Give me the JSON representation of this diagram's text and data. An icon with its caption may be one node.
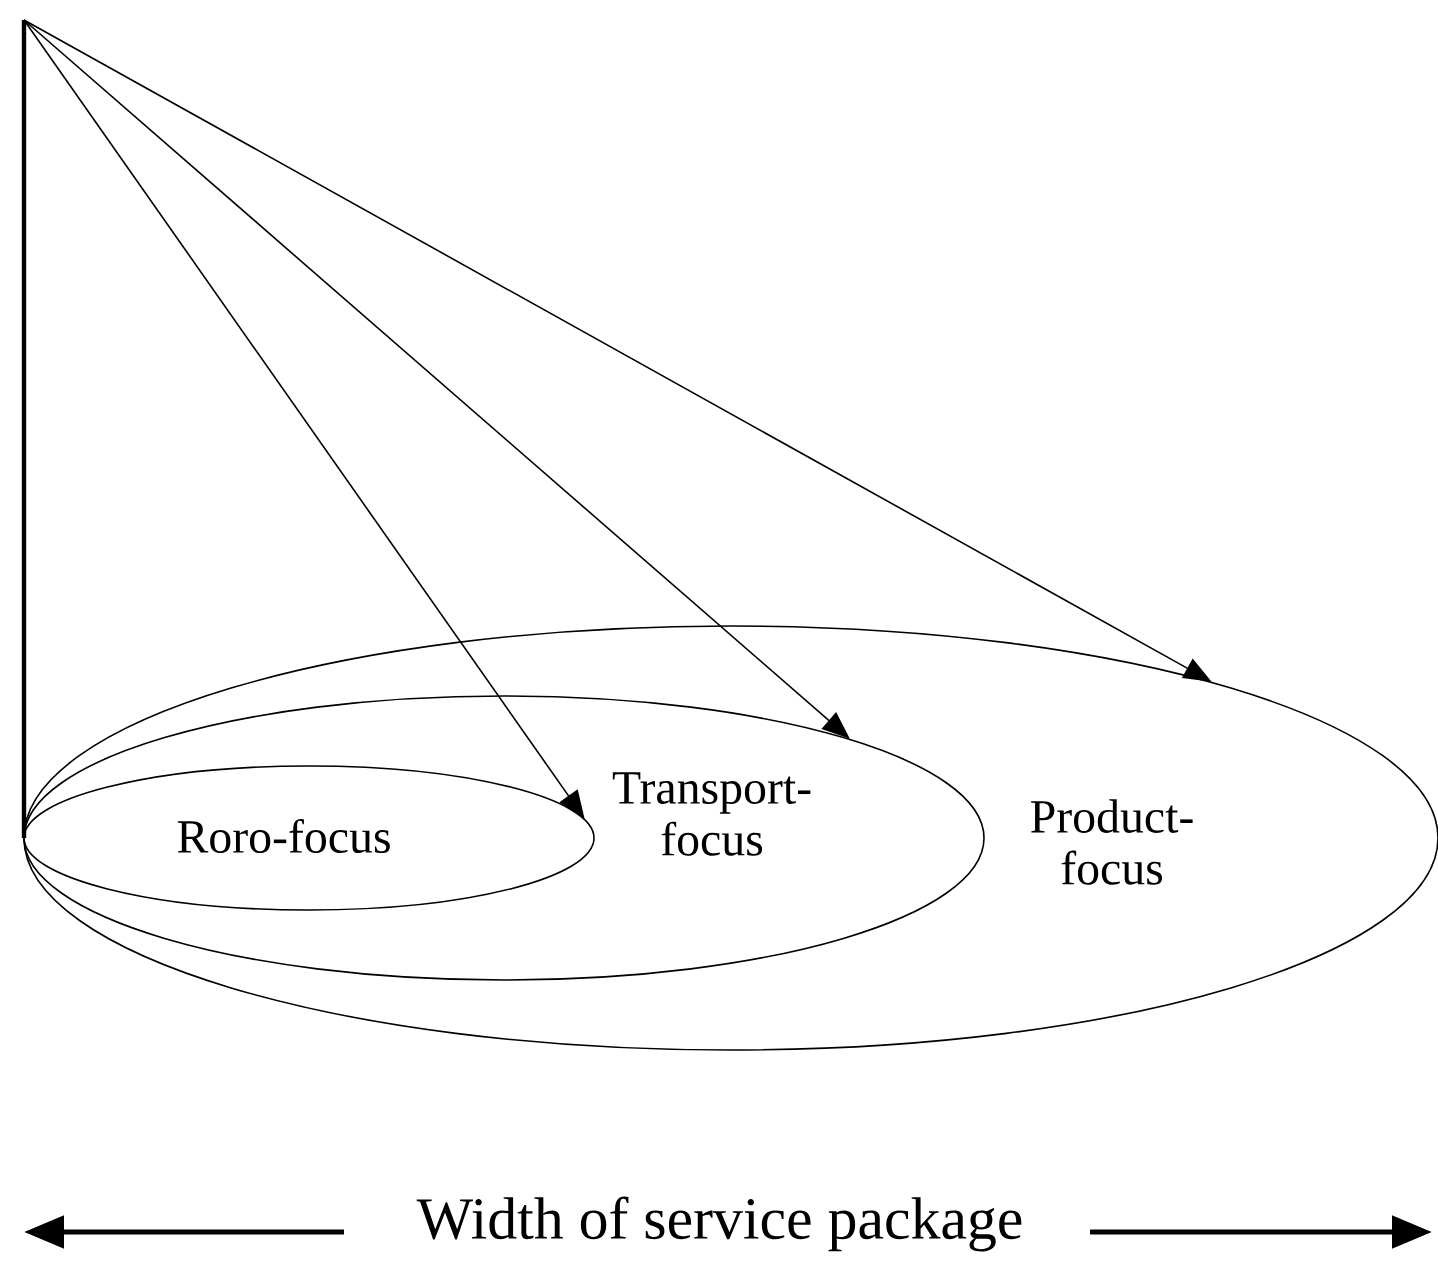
{
  "diagram": {
    "nodes": [
      {
        "text": [
          "Product-focus"
        ]
      },
      {
        "text": [
          "Transport-focus"
        ],
        "in": 0
      },
      {
        "text": [
          "Roro-focus"
        ],
        "in": 1
      }
    ],
    "edges": [
      {
        "from": null,
        "to": 2,
        "arrow": "to"
      },
      {
        "from": null,
        "to": 1,
        "arrow": "to"
      },
      {
        "from": null,
        "to": 0,
        "arrow": "to"
      }
    ],
    "labels": [
      "Width of service package"
    ]
  }
}
